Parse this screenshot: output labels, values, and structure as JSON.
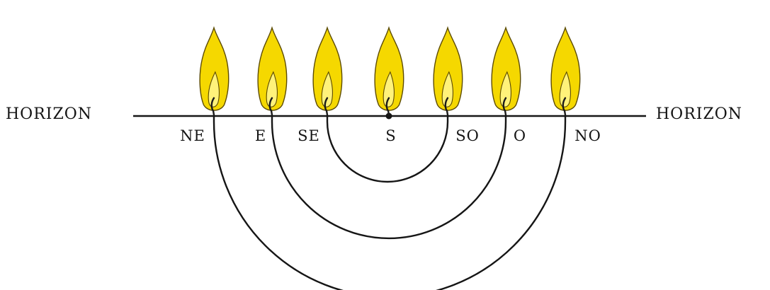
{
  "horizon": {
    "left_label": "HORIZON",
    "right_label": "HORIZON"
  },
  "directions": [
    {
      "label": "NE"
    },
    {
      "label": "E"
    },
    {
      "label": "SE"
    },
    {
      "label": "S"
    },
    {
      "label": "SO"
    },
    {
      "label": "O"
    },
    {
      "label": "NO"
    }
  ],
  "flame": {
    "icon": "candle-flame-icon",
    "colors": {
      "outer": "#f5d800",
      "inner": "#fff27a",
      "outline": "#5b4a00",
      "wick": "#1a1a1a"
    }
  },
  "colors": {
    "line": "#151515",
    "text": "#141414",
    "background": "#ffffff"
  }
}
